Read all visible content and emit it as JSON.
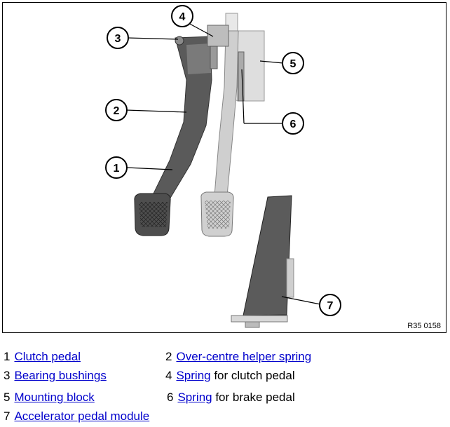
{
  "figure": {
    "id_label": "R35 0158",
    "callouts": [
      "1",
      "2",
      "3",
      "4",
      "5",
      "6",
      "7"
    ]
  },
  "legend": [
    {
      "num": "1",
      "link": "Clutch pedal",
      "rest": ""
    },
    {
      "num": "2",
      "link": "Over-centre helper spring",
      "rest": ""
    },
    {
      "num": "3",
      "link": "Bearing bushings",
      "rest": ""
    },
    {
      "num": "4",
      "link": "Spring",
      "rest": " for clutch pedal"
    },
    {
      "num": "5",
      "link": "Mounting block",
      "rest": ""
    },
    {
      "num": "6",
      "link": "Spring",
      "rest": " for brake pedal"
    },
    {
      "num": "7",
      "link": "Accelerator pedal module",
      "rest": ""
    }
  ],
  "colors": {
    "link": "#0000cc",
    "pedal_dark": "#555555",
    "pedal_light": "#c8c8c8"
  }
}
